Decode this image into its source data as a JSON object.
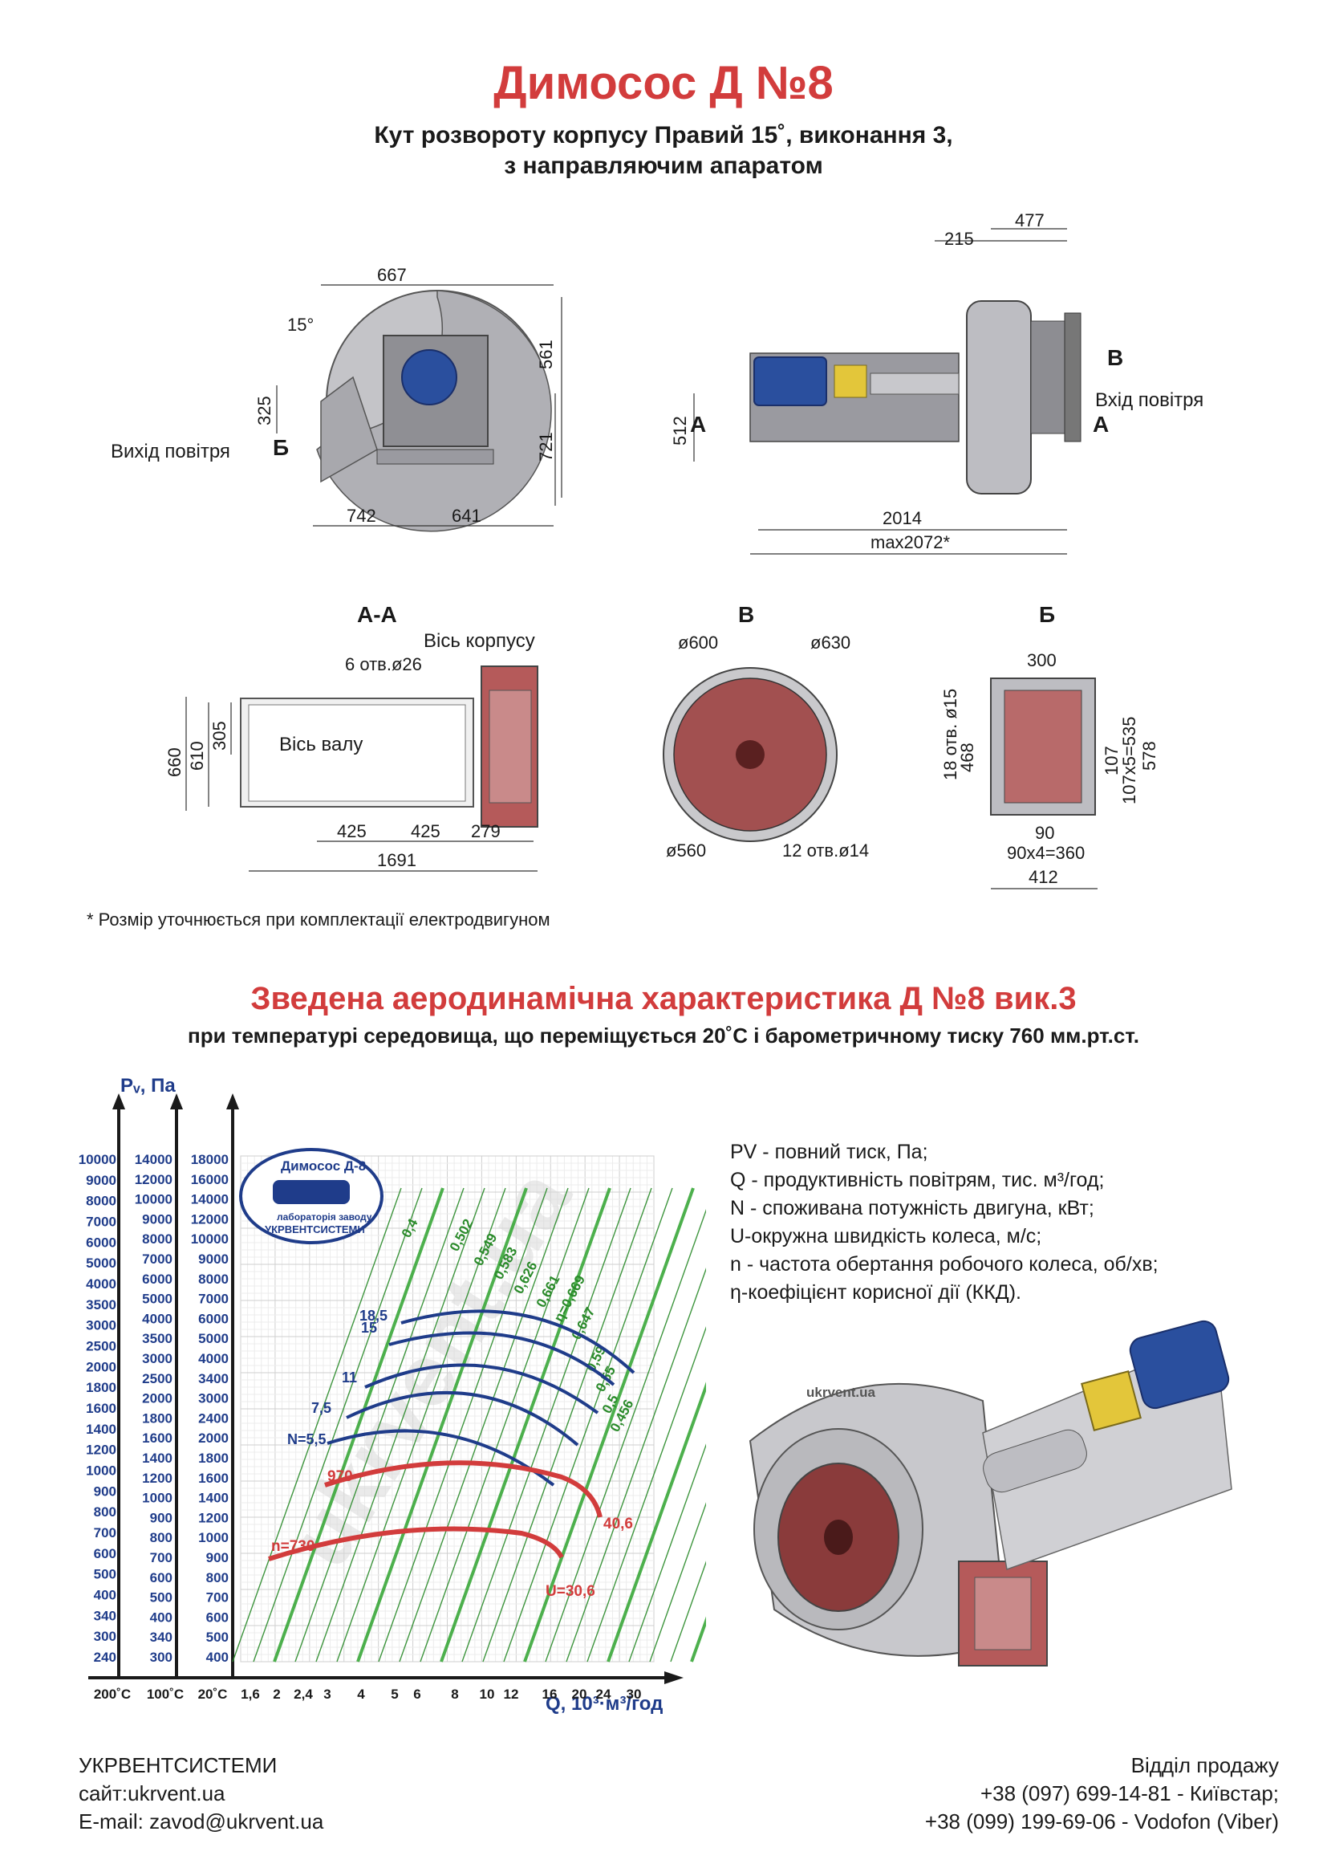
{
  "header": {
    "title": "Димосос  Д №8",
    "subtitle_line1": "Кут розвороту корпусу Правий 15˚, виконання 3,",
    "subtitle_line2": "з направляючим апаратом"
  },
  "side_view": {
    "dims": {
      "d667": "667",
      "d561": "561",
      "d721": "721",
      "d325": "325",
      "d742": "742",
      "d641": "641",
      "angle": "15°"
    },
    "outlet_label": "Вихід повітря",
    "section_mark": "Б"
  },
  "front_view": {
    "dims": {
      "d477": "477",
      "d215": "215",
      "d512": "512",
      "d2014": "2014",
      "dmax": "max2072*"
    },
    "inlet_label": "Вхід повітря",
    "mark_a": "А",
    "mark_v": "В"
  },
  "view_aa": {
    "label": "А-А",
    "axis_body": "Вісь корпусу",
    "holes": "6 отв.ø26",
    "axis_shaft": "Вісь валу",
    "dims": {
      "d660": "660",
      "d610": "610",
      "d305": "305",
      "d425a": "425",
      "d425b": "425",
      "d279": "279",
      "d1691": "1691"
    }
  },
  "view_v": {
    "label": "В",
    "d600": "ø600",
    "d630": "ø630",
    "d560": "ø560",
    "holes": "12 отв.ø14"
  },
  "view_b": {
    "label": "Б",
    "dims": {
      "d300": "300",
      "holes": "18 отв. ø15",
      "d468": "468",
      "d107": "107",
      "d107x5": "107x5=535",
      "d578": "578",
      "d90": "90",
      "d90x4": "90x4=360",
      "d412": "412"
    }
  },
  "footnote": "* Розмір уточнюється при комплектації електродвигуном",
  "section": {
    "title": "Зведена аеродинамічна характеристика Д №8 вик.3",
    "subtitle": "при температурі середовища, що переміщується 20˚С і барометричному тиску 760 мм.рт.ст."
  },
  "legend": [
    "PV - повний тиск, Па;",
    "Q - продуктивність повітрям, тис. м³/год;",
    "N - споживана потужність двигуна, кВт;",
    "U-окружна швидкість колеса, м/с;",
    "n - частота обертання робочого колеса, об/хв;",
    "η-коефіцієнт корисної дії (ККД)."
  ],
  "chart_data": {
    "type": "line",
    "title": "",
    "ylabel": "Pᵥ, Па",
    "xlabel": "Q, 10³·м³/год",
    "x_ticks": [
      "1,6",
      "2",
      "2,4",
      "3",
      "4",
      "5",
      "6",
      "8",
      "10",
      "12",
      "16",
      "20",
      "24",
      "30"
    ],
    "x_temp_labels": [
      "200˚С",
      "100˚С",
      "20˚С"
    ],
    "y_ticks_200C": [
      "10000",
      "9000",
      "8000",
      "7000",
      "6000",
      "5000",
      "4000",
      "3500",
      "3000",
      "2500",
      "2000",
      "1800",
      "1600",
      "1400",
      "1200",
      "1000",
      "900",
      "800",
      "700",
      "600",
      "500",
      "400",
      "340",
      "300",
      "240"
    ],
    "y_ticks_100C": [
      "14000",
      "12000",
      "10000",
      "9000",
      "8000",
      "7000",
      "6000",
      "5000",
      "4000",
      "3500",
      "3000",
      "2500",
      "2000",
      "1800",
      "1600",
      "1400",
      "1200",
      "1000",
      "900",
      "800",
      "700",
      "600",
      "500",
      "400",
      "340",
      "300"
    ],
    "y_ticks_20C": [
      "18000",
      "16000",
      "14000",
      "12000",
      "10000",
      "9000",
      "8000",
      "7000",
      "6000",
      "5000",
      "4000",
      "3400",
      "3000",
      "2400",
      "2000",
      "1800",
      "1600",
      "1400",
      "1200",
      "1000",
      "900",
      "800",
      "700",
      "600",
      "500",
      "400"
    ],
    "power_curves": [
      "N=5,5",
      "7,5",
      "11",
      "15",
      "18,5"
    ],
    "efficiency_lines": [
      "0,4",
      "0,502",
      "0,549",
      "0,583",
      "0,626",
      "0,661",
      "η=0,669",
      "0,647",
      "0,59",
      "0,55",
      "0,5",
      "0,456"
    ],
    "speed_curves": [
      {
        "name": "970",
        "tip_speed": "40,6"
      },
      {
        "name": "n=730",
        "tip_speed": "U=30,6"
      }
    ],
    "logo": {
      "line1": "Димосос Д-8",
      "line2": "лабораторія заводу",
      "line3": "УКРВЕНТСИСТЕМИ"
    }
  },
  "watermark": "ukrvent.ua",
  "footer": {
    "company": "УКРВЕНТСИСТЕМИ",
    "site": "сайт:ukrvent.ua",
    "email": "E-mail: zavod@ukrvent.ua",
    "sales": "Відділ продажу",
    "phone1": "+38 (097) 699-14-81 - Київстар;",
    "phone2": "+38 (099) 199-69-06 - Vodofon (Viber)"
  },
  "colors": {
    "accent": "#d23c3c",
    "chart_blue": "#1f3c8a",
    "chart_green": "#2a8a2a",
    "chart_red": "#d23c3c",
    "metal": "#b9b9bd",
    "motor": "#2a4f9e"
  }
}
